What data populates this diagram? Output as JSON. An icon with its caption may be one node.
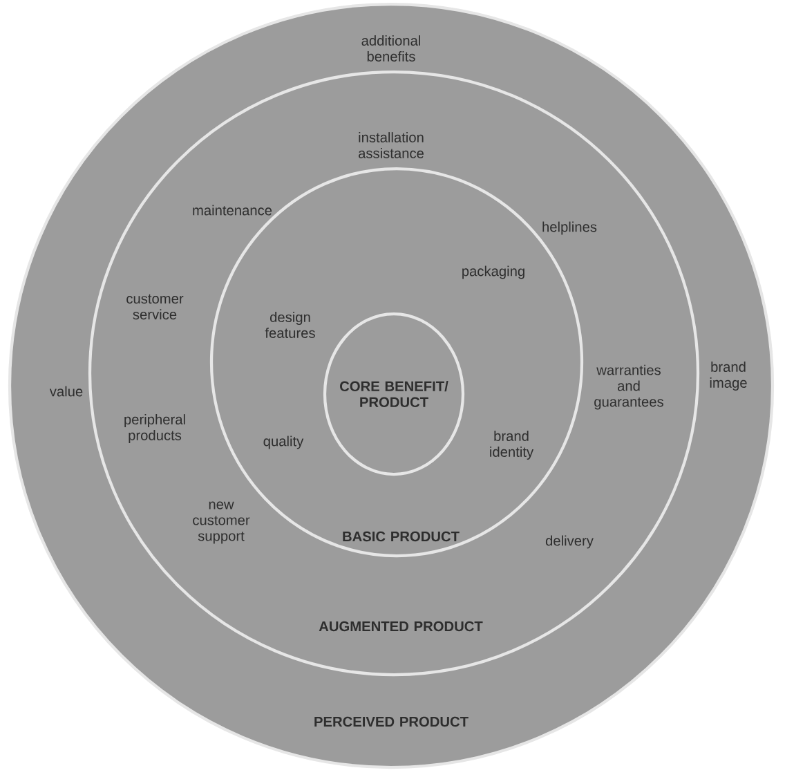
{
  "diagram": {
    "nodes": [
      {
        "text": [
          "additional benefits",
          "value",
          "brand image",
          "PERCEIVED PRODUCT"
        ]
      },
      {
        "text": [
          "installation assistance",
          "maintenance",
          "helplines",
          "customer service",
          "peripheral products",
          "new customer support",
          "warranties and guarantees",
          "delivery",
          "AUGMENTED PRODUCT"
        ],
        "in": 0
      },
      {
        "text": [
          "packaging",
          "design features",
          "quality",
          "brand identity",
          "BASIC PRODUCT"
        ],
        "in": 1
      },
      {
        "text": [
          "CORE BENEFIT/ PRODUCT"
        ],
        "in": 2
      }
    ]
  }
}
